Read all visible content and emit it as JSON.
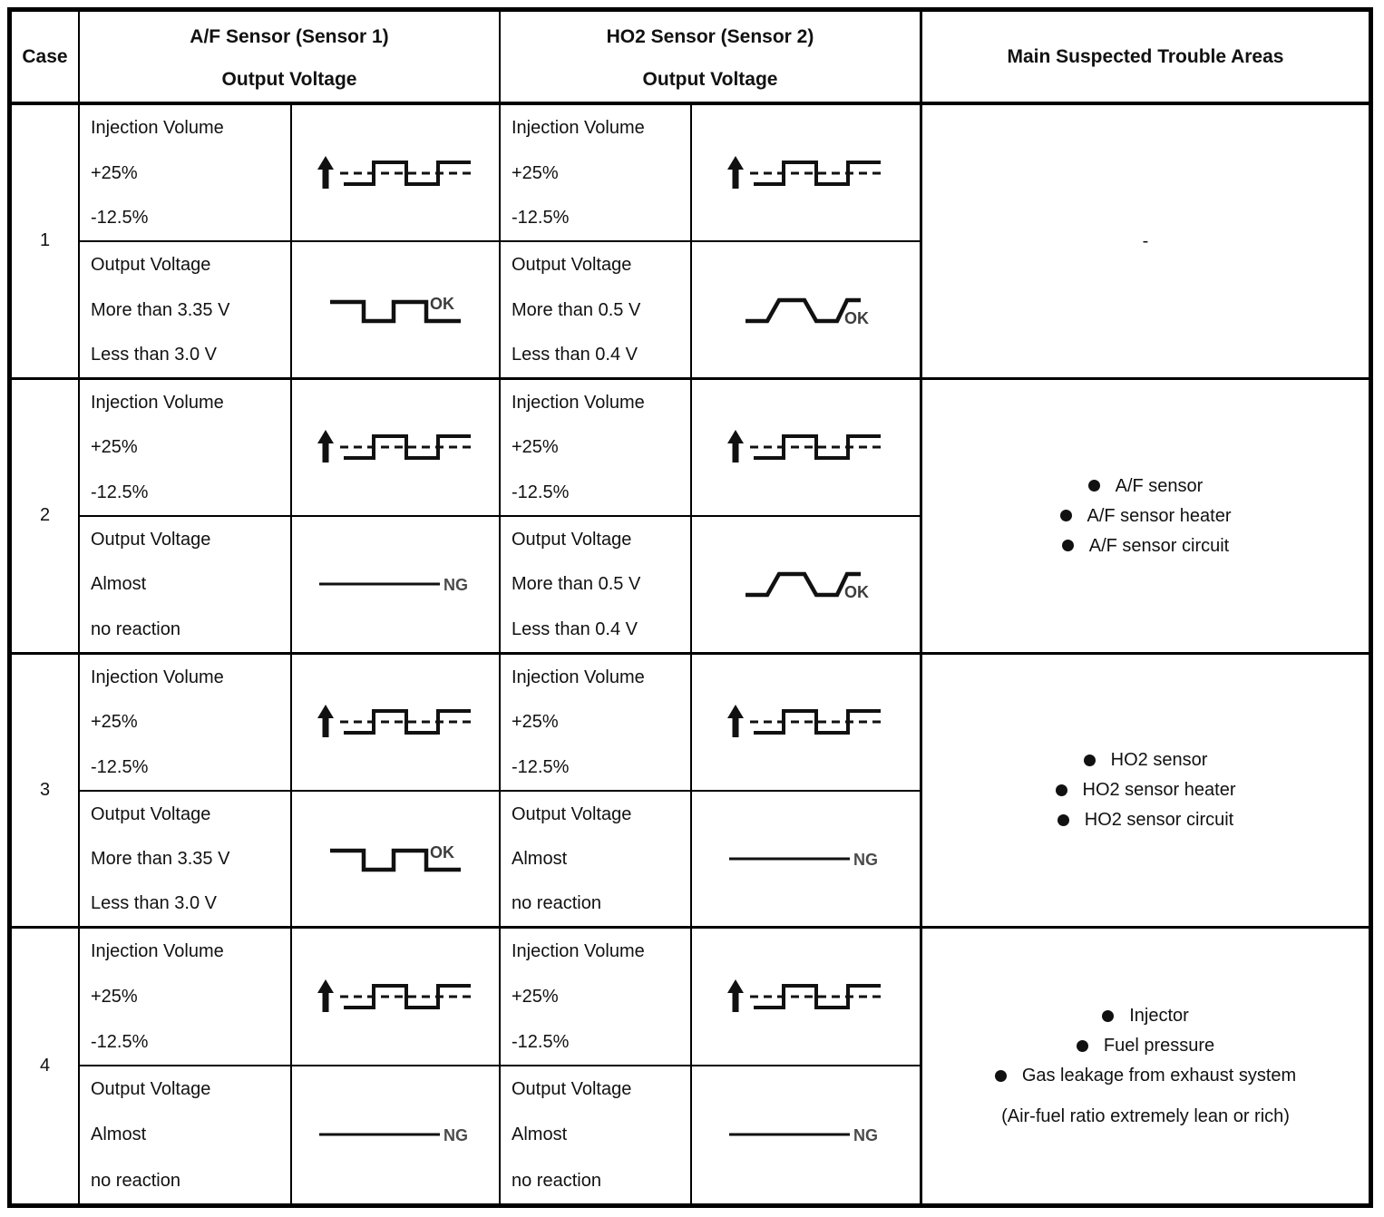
{
  "colors": {
    "ink": "#111111",
    "background": "#ffffff",
    "result_label": "#3d3d3d"
  },
  "table": {
    "header": {
      "case": "Case",
      "af_title": "A/F Sensor (Sensor 1)",
      "af_subtitle": "Output Voltage",
      "ho2_title": "HO2 Sensor (Sensor 2)",
      "ho2_subtitle": "Output Voltage",
      "trouble": "Main Suspected Trouble Areas"
    },
    "cases": [
      {
        "number": "1",
        "af": {
          "injection": {
            "lines": [
              "Injection Volume",
              "+25%",
              "-12.5%"
            ],
            "icon": "injection-volume-wave",
            "result": ""
          },
          "output": {
            "lines": [
              "Output Voltage",
              "More than 3.35 V",
              "Less than 3.0 V"
            ],
            "icon": "ok-square-wave",
            "result": "OK"
          }
        },
        "ho2": {
          "injection": {
            "lines": [
              "Injection Volume",
              "+25%",
              "-12.5%"
            ],
            "icon": "injection-volume-wave",
            "result": ""
          },
          "output": {
            "lines": [
              "Output Voltage",
              "More than 0.5 V",
              "Less than 0.4 V"
            ],
            "icon": "ok-trapezoid-wave",
            "result": "OK"
          }
        },
        "trouble": {
          "text": "-",
          "bullets": [],
          "note": ""
        }
      },
      {
        "number": "2",
        "af": {
          "injection": {
            "lines": [
              "Injection Volume",
              "+25%",
              "-12.5%"
            ],
            "icon": "injection-volume-wave",
            "result": ""
          },
          "output": {
            "lines": [
              "Output Voltage",
              "Almost",
              "no reaction"
            ],
            "icon": "ng-flat-line",
            "result": "NG"
          }
        },
        "ho2": {
          "injection": {
            "lines": [
              "Injection Volume",
              "+25%",
              "-12.5%"
            ],
            "icon": "injection-volume-wave",
            "result": ""
          },
          "output": {
            "lines": [
              "Output Voltage",
              "More than 0.5 V",
              "Less than 0.4 V"
            ],
            "icon": "ok-trapezoid-wave",
            "result": "OK"
          }
        },
        "trouble": {
          "text": "",
          "bullets": [
            "A/F sensor",
            "A/F sensor heater",
            "A/F sensor circuit"
          ],
          "note": ""
        }
      },
      {
        "number": "3",
        "af": {
          "injection": {
            "lines": [
              "Injection Volume",
              "+25%",
              "-12.5%"
            ],
            "icon": "injection-volume-wave",
            "result": ""
          },
          "output": {
            "lines": [
              "Output Voltage",
              "More than 3.35 V",
              "Less than 3.0 V"
            ],
            "icon": "ok-square-wave",
            "result": "OK"
          }
        },
        "ho2": {
          "injection": {
            "lines": [
              "Injection Volume",
              "+25%",
              "-12.5%"
            ],
            "icon": "injection-volume-wave",
            "result": ""
          },
          "output": {
            "lines": [
              "Output Voltage",
              "Almost",
              "no reaction"
            ],
            "icon": "ng-flat-line",
            "result": "NG"
          }
        },
        "trouble": {
          "text": "",
          "bullets": [
            "HO2 sensor",
            "HO2 sensor heater",
            "HO2 sensor circuit"
          ],
          "note": ""
        }
      },
      {
        "number": "4",
        "af": {
          "injection": {
            "lines": [
              "Injection Volume",
              "+25%",
              "-12.5%"
            ],
            "icon": "injection-volume-wave",
            "result": ""
          },
          "output": {
            "lines": [
              "Output Voltage",
              "Almost",
              "no reaction"
            ],
            "icon": "ng-flat-line",
            "result": "NG"
          }
        },
        "ho2": {
          "injection": {
            "lines": [
              "Injection Volume",
              "+25%",
              "-12.5%"
            ],
            "icon": "injection-volume-wave",
            "result": ""
          },
          "output": {
            "lines": [
              "Output Voltage",
              "Almost",
              "no reaction"
            ],
            "icon": "ng-flat-line",
            "result": "NG"
          }
        },
        "trouble": {
          "text": "",
          "bullets": [
            "Injector",
            "Fuel pressure",
            "Gas leakage from exhaust system"
          ],
          "note": "(Air-fuel ratio extremely lean or rich)"
        }
      }
    ]
  }
}
